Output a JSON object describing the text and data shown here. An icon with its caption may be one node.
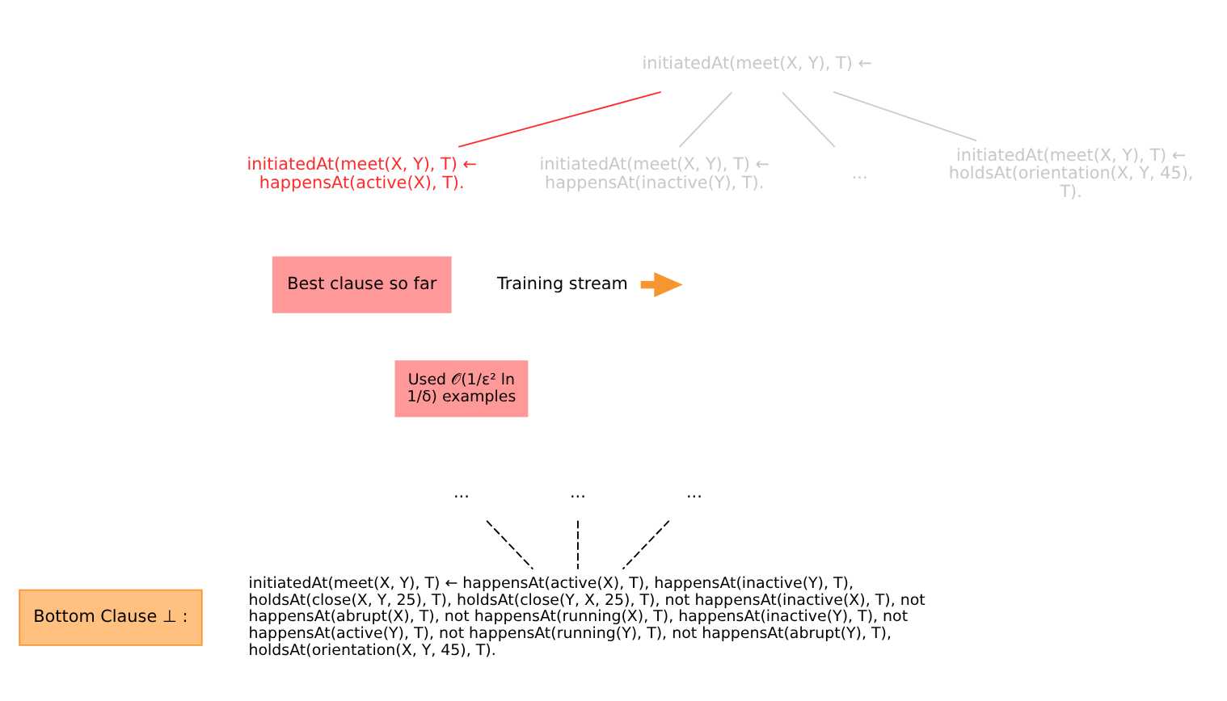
{
  "diagram": {
    "nodes": [
      {
        "text": [
          "initiatedAt(meet(X, Y), T) ←"
        ]
      },
      {
        "text": [
          "initiatedAt(meet(X, Y), T) ← happensAt(active(X), T)."
        ]
      },
      {
        "text": [
          "initiatedAt(meet(X, Y), T) ← happensAt(inactive(Y), T)."
        ]
      },
      {
        "text": [
          "..."
        ]
      },
      {
        "text": [
          "initiatedAt(meet(X, Y), T) ← holdsAt(orientation(X, Y, 45), T)."
        ]
      },
      {
        "text": [
          "Best clause so far"
        ]
      },
      {
        "text": [
          "Training stream"
        ]
      },
      {
        "text": [
          "Used 𝒪(1/ε² ln 1/δ) examples"
        ]
      },
      {
        "text": [
          "..."
        ]
      },
      {
        "text": [
          "..."
        ]
      },
      {
        "text": [
          "..."
        ]
      },
      {
        "text": [
          "initiatedAt(meet(X, Y), T) ← happensAt(active(X), T), happensAt(inactive(Y), T), holdsAt(close(X, Y, 25), T), holdsAt(close(Y, X, 25), T), not happensAt(inactive(X), T), not happensAt(abrupt(X), T), not happensAt(running(X), T), happensAt(inactive(Y), T), not happensAt(active(Y), T), not happensAt(running(Y), T), not happensAt(abrupt(Y), T), holdsAt(orientation(X, Y, 45), T)."
        ]
      },
      {
        "text": [
          "Bottom Clause ⊥ :"
        ]
      }
    ],
    "edges": [
      {
        "from": 0,
        "to": 1,
        "arrow": "none",
        "color": "#ff2a2a"
      },
      {
        "from": 0,
        "to": 2,
        "arrow": "none",
        "color": "#cccccc"
      },
      {
        "from": 0,
        "to": 3,
        "arrow": "none",
        "color": "#cccccc"
      },
      {
        "from": 0,
        "to": 4,
        "arrow": "none",
        "color": "#cccccc"
      },
      {
        "from": 6,
        "to": null,
        "arrow": "to",
        "style": "thick",
        "color": "#f7962f"
      },
      {
        "from": 8,
        "to": 11,
        "arrow": "none",
        "style": "dashed",
        "color": "#000000"
      },
      {
        "from": 9,
        "to": 11,
        "arrow": "none",
        "style": "dashed",
        "color": "#000000"
      },
      {
        "from": 10,
        "to": 11,
        "arrow": "none",
        "style": "dashed",
        "color": "#000000"
      }
    ]
  }
}
